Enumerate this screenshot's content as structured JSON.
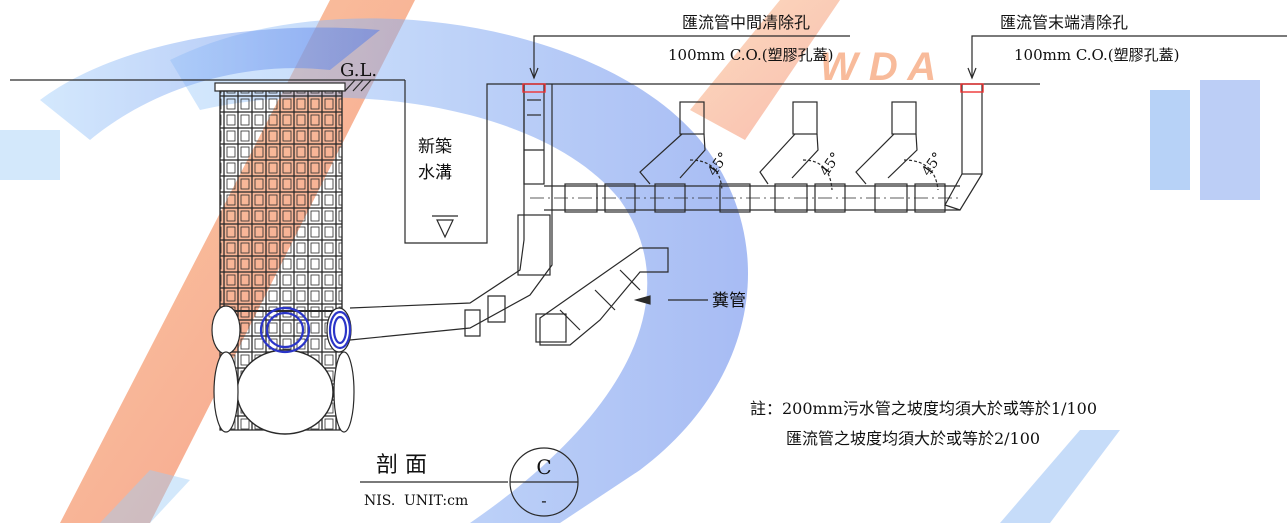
{
  "labels": {
    "gl": "G.L.",
    "mid_cleanout_title": "匯流管中間清除孔",
    "mid_cleanout_spec": "100mm C.O.(塑膠孔蓋)",
    "end_cleanout_title": "匯流管末端清除孔",
    "end_cleanout_spec": "100mm C.O.(塑膠孔蓋)",
    "ditch_line1": "新築",
    "ditch_line2": "水溝",
    "angle1": "45°",
    "angle2": "45°",
    "angle3": "45°",
    "feces_pipe": "糞管",
    "note_line1": "註：200mm污水管之坡度均須大於或等於1/100",
    "note_line2": "匯流管之坡度均須大於或等於2/100"
  },
  "title_block": {
    "title": "剖 面",
    "scale": "NIS.",
    "unit": "UNIT:cm",
    "section_letter": "C",
    "sheet_ref": "-"
  },
  "colors": {
    "line": "#2a2a2a",
    "pipe_blue": "#2b35c8",
    "cover_red": "#e33",
    "watermark_orange": "#f26b2a",
    "watermark_blue": "#7fb4f2"
  }
}
